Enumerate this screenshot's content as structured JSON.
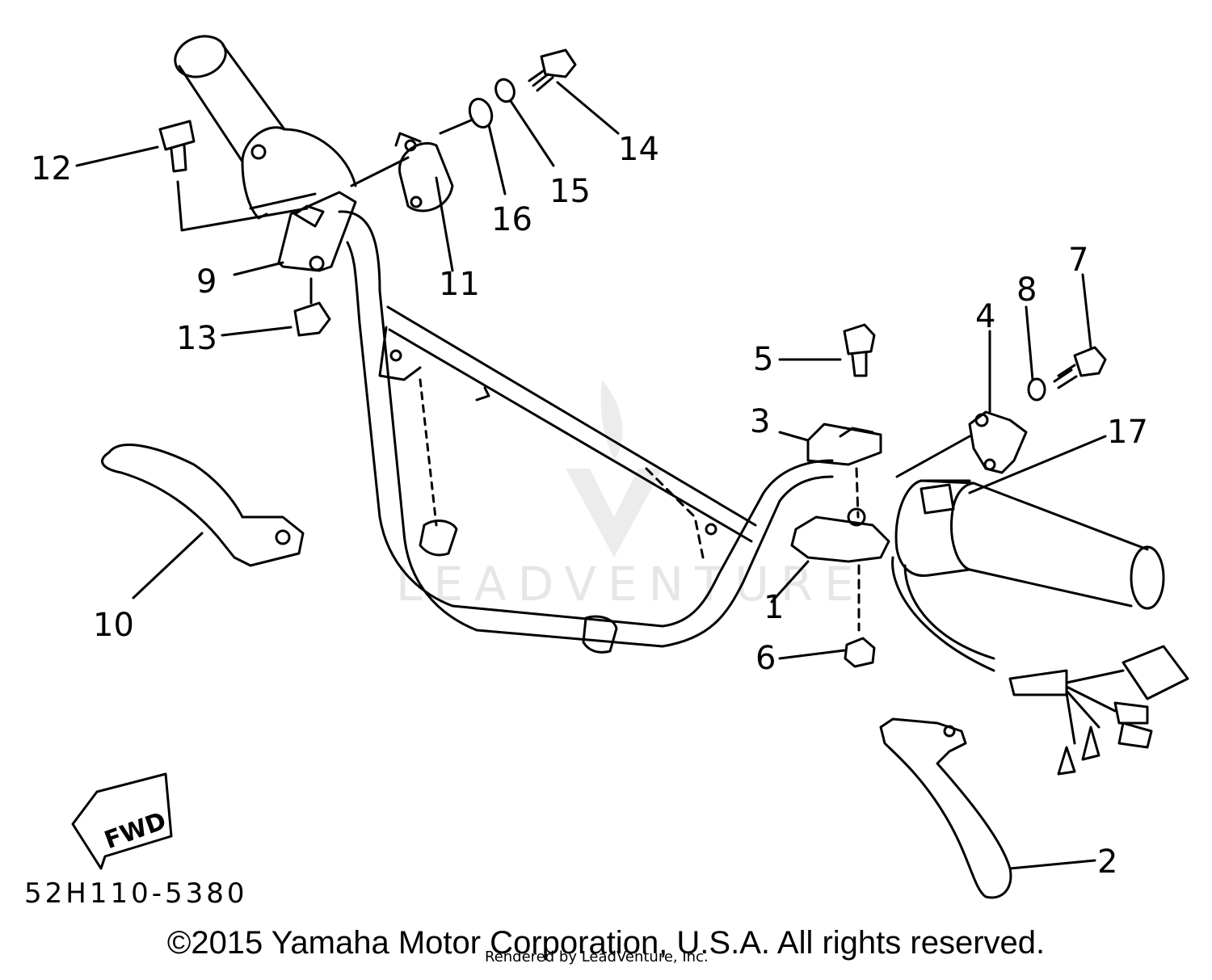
{
  "diagram": {
    "callouts": [
      {
        "id": "c1",
        "label": "1"
      },
      {
        "id": "c2",
        "label": "2"
      },
      {
        "id": "c3",
        "label": "3"
      },
      {
        "id": "c4",
        "label": "4"
      },
      {
        "id": "c5",
        "label": "5"
      },
      {
        "id": "c6",
        "label": "6"
      },
      {
        "id": "c7",
        "label": "7"
      },
      {
        "id": "c8",
        "label": "8"
      },
      {
        "id": "c9",
        "label": "9"
      },
      {
        "id": "c10",
        "label": "10"
      },
      {
        "id": "c11",
        "label": "11"
      },
      {
        "id": "c12",
        "label": "12"
      },
      {
        "id": "c13",
        "label": "13"
      },
      {
        "id": "c14",
        "label": "14"
      },
      {
        "id": "c15",
        "label": "15"
      },
      {
        "id": "c16",
        "label": "16"
      },
      {
        "id": "c17",
        "label": "17"
      }
    ],
    "part_code": "52H110-5380",
    "fwd_label": "FWD"
  },
  "watermark": {
    "text": "LEADVENTURE"
  },
  "footer": {
    "copyright": "©2015 Yamaha Motor Corporation, U.S.A. All rights reserved.",
    "rendered_by": "Rendered by LeadVenture, Inc."
  }
}
